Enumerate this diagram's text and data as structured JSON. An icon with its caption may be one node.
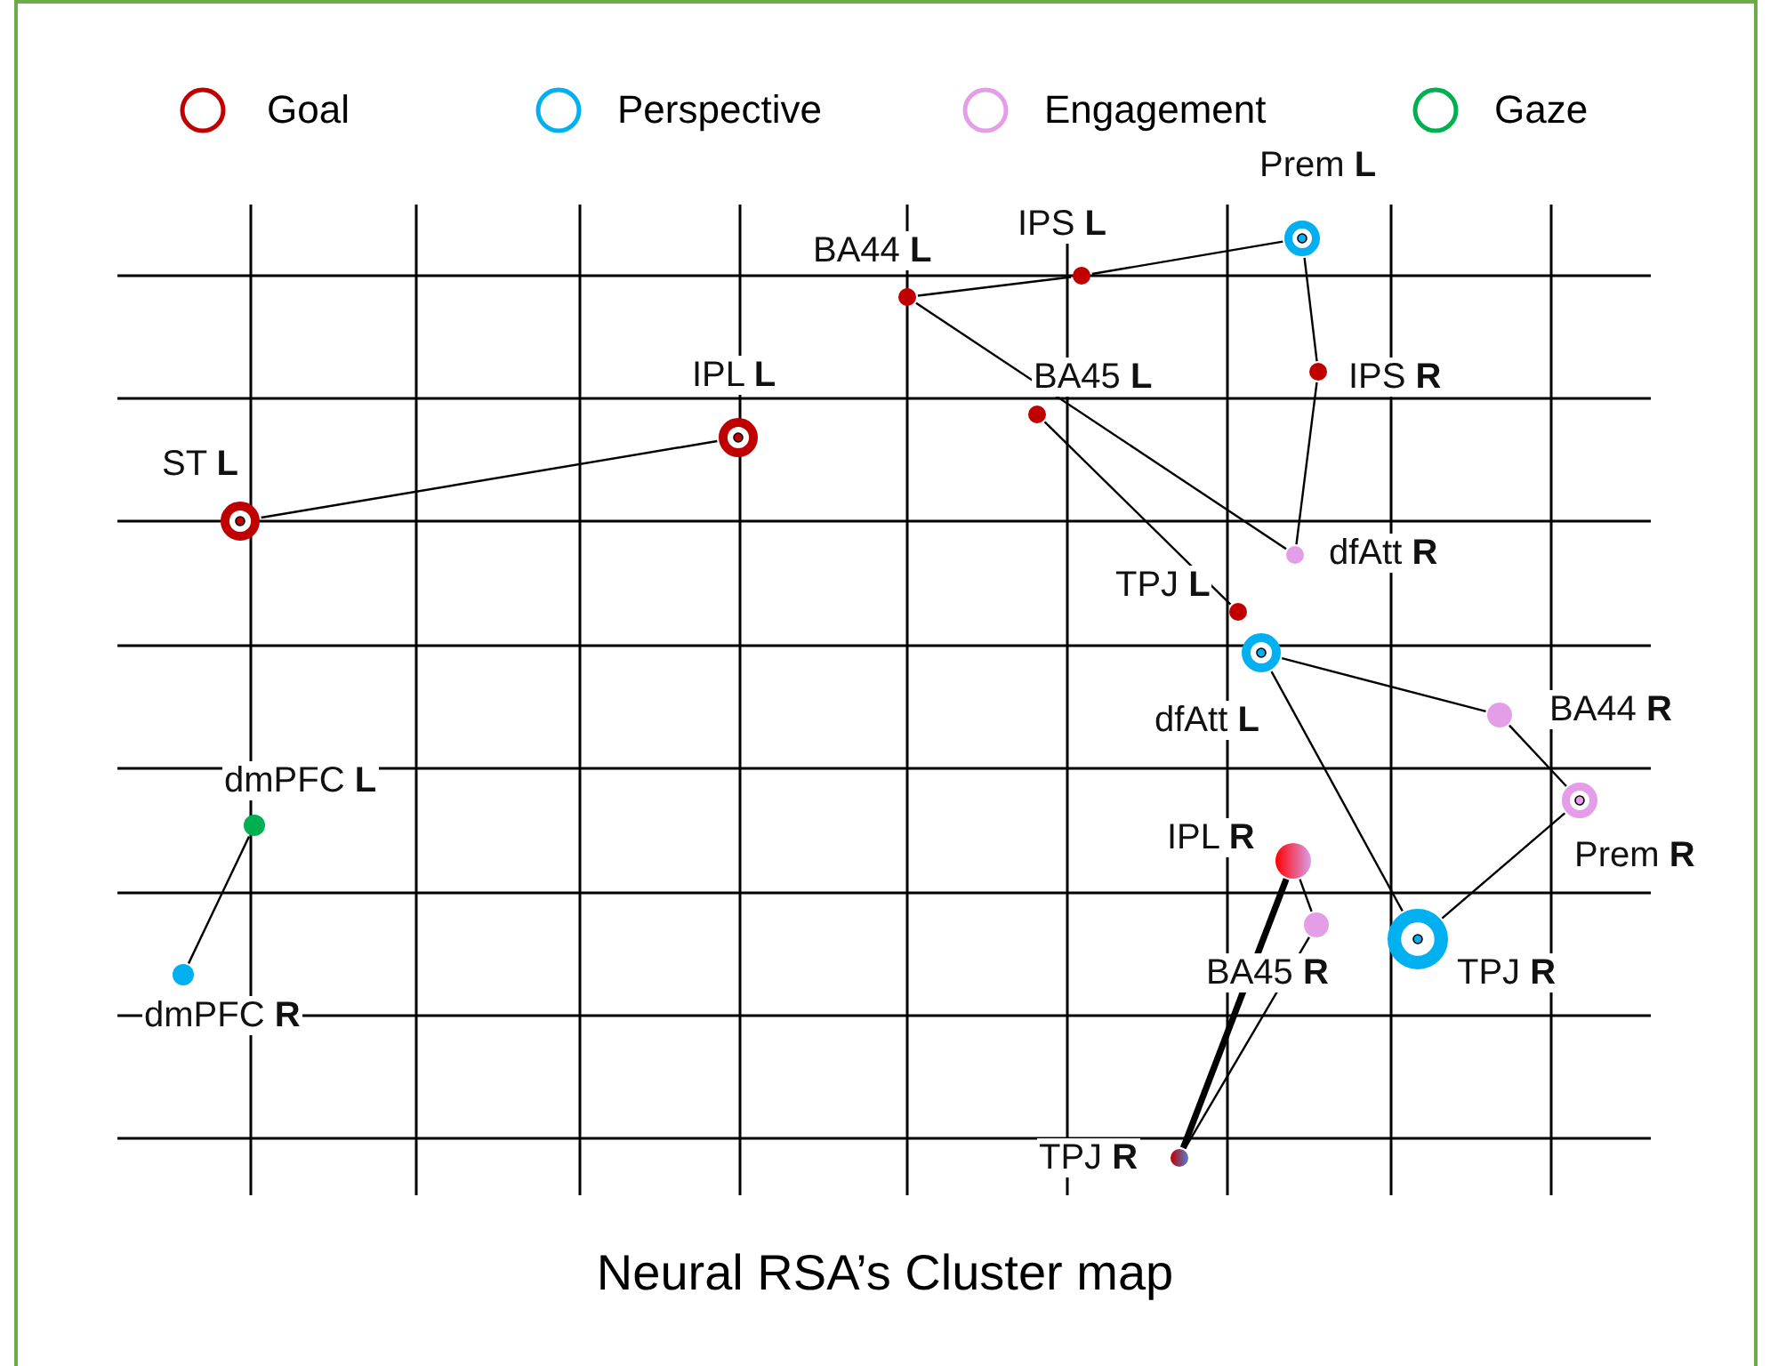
{
  "diagram": {
    "caption": "Neural RSA’s Cluster map",
    "nodes": [
      {
        "text": [],
        "shape": "circle",
        "beside": [
          "Prem **L**"
        ]
      },
      {
        "text": [],
        "shape": "circle",
        "beside": [
          "IPS **L**"
        ]
      },
      {
        "text": [],
        "shape": "circle",
        "beside": [
          "BA44 **L**"
        ]
      },
      {
        "text": [],
        "shape": "circle",
        "beside": [
          "IPS **R**"
        ]
      },
      {
        "text": [],
        "shape": "circle",
        "beside": [
          "BA45 **L**"
        ]
      },
      {
        "text": [],
        "shape": "circle",
        "beside": [
          "IPL **L**"
        ]
      },
      {
        "text": [],
        "shape": "circle",
        "beside": [
          "ST **L**"
        ]
      },
      {
        "text": [],
        "shape": "circle",
        "beside": [
          "dfAtt **R**"
        ]
      },
      {
        "text": [],
        "shape": "circle",
        "beside": [
          "TPJ **L**"
        ]
      },
      {
        "text": [],
        "shape": "circle",
        "beside": [
          "dfAtt **L**"
        ]
      },
      {
        "text": [],
        "shape": "circle",
        "beside": [
          "BA44 **R**"
        ]
      },
      {
        "text": [],
        "shape": "circle",
        "beside": [
          "dmPFC **L**"
        ]
      },
      {
        "text": [],
        "shape": "circle",
        "beside": [
          "Prem **R**"
        ]
      },
      {
        "text": [],
        "shape": "circle",
        "beside": [
          "IPL **R**"
        ]
      },
      {
        "text": [],
        "shape": "circle",
        "beside": [
          "BA45 **R**"
        ]
      },
      {
        "text": [],
        "shape": "circle",
        "beside": [
          "TPJ **R**"
        ]
      },
      {
        "text": [],
        "shape": "circle",
        "beside": [
          "dmPFC **R**"
        ]
      },
      {
        "text": [],
        "shape": "circle",
        "beside": [
          "TPJ **R**"
        ]
      }
    ],
    "edges": [
      {
        "from": 6,
        "to": 5,
        "arrow": "none"
      },
      {
        "from": 2,
        "to": 1,
        "arrow": "none"
      },
      {
        "from": 1,
        "to": 0,
        "arrow": "none"
      },
      {
        "from": 0,
        "to": 3,
        "arrow": "none"
      },
      {
        "from": 3,
        "to": 7,
        "arrow": "none"
      },
      {
        "from": 2,
        "to": 7,
        "arrow": "none"
      },
      {
        "from": 4,
        "to": 8,
        "arrow": "none"
      },
      {
        "from": 9,
        "to": 10,
        "arrow": "none"
      },
      {
        "from": 10,
        "to": 12,
        "arrow": "none"
      },
      {
        "from": 12,
        "to": 15,
        "arrow": "none"
      },
      {
        "from": 9,
        "to": 15,
        "arrow": "none"
      },
      {
        "from": 13,
        "to": 17,
        "arrow": "none",
        "style": "thick"
      },
      {
        "from": 13,
        "to": 14,
        "arrow": "none"
      },
      {
        "from": 14,
        "to": 17,
        "arrow": "none"
      },
      {
        "from": 11,
        "to": 16,
        "arrow": "none"
      }
    ],
    "legend": [
      {
        "text": "Goal",
        "color": "#c00000"
      },
      {
        "text": "Perspective",
        "color": "#00b0f0"
      },
      {
        "text": "Engagement",
        "color": "#e49ee8"
      },
      {
        "text": "Gaze",
        "color": "#00b050"
      }
    ]
  }
}
